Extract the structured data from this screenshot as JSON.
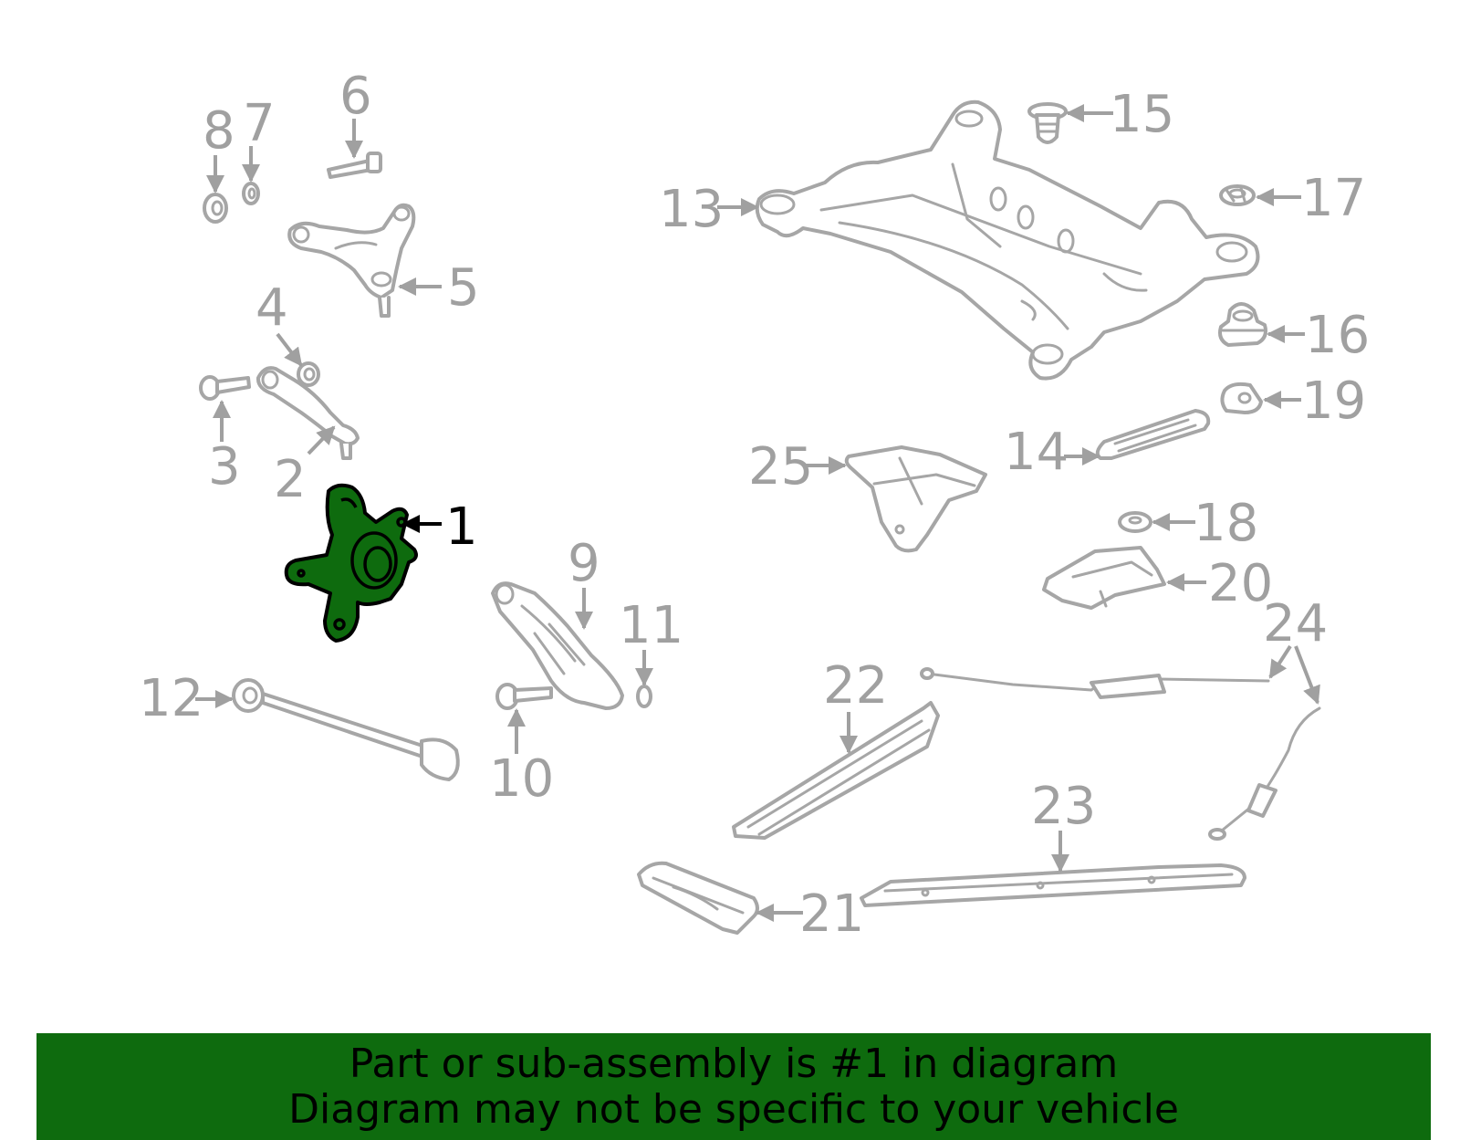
{
  "callouts": [
    "1",
    "2",
    "3",
    "4",
    "5",
    "6",
    "7",
    "8",
    "9",
    "10",
    "11",
    "12",
    "13",
    "14",
    "15",
    "16",
    "17",
    "18",
    "19",
    "20",
    "21",
    "22",
    "23",
    "24",
    "25"
  ],
  "highlighted_part": "1",
  "colors": {
    "highlight": "#0e6b0e",
    "line_art": "#a6a6a6",
    "label": "#a0a0a0",
    "background": "#ffffff"
  },
  "banner": {
    "line1": "Part or sub-assembly is #1 in diagram",
    "line2": "Diagram may not be specific to your vehicle"
  }
}
